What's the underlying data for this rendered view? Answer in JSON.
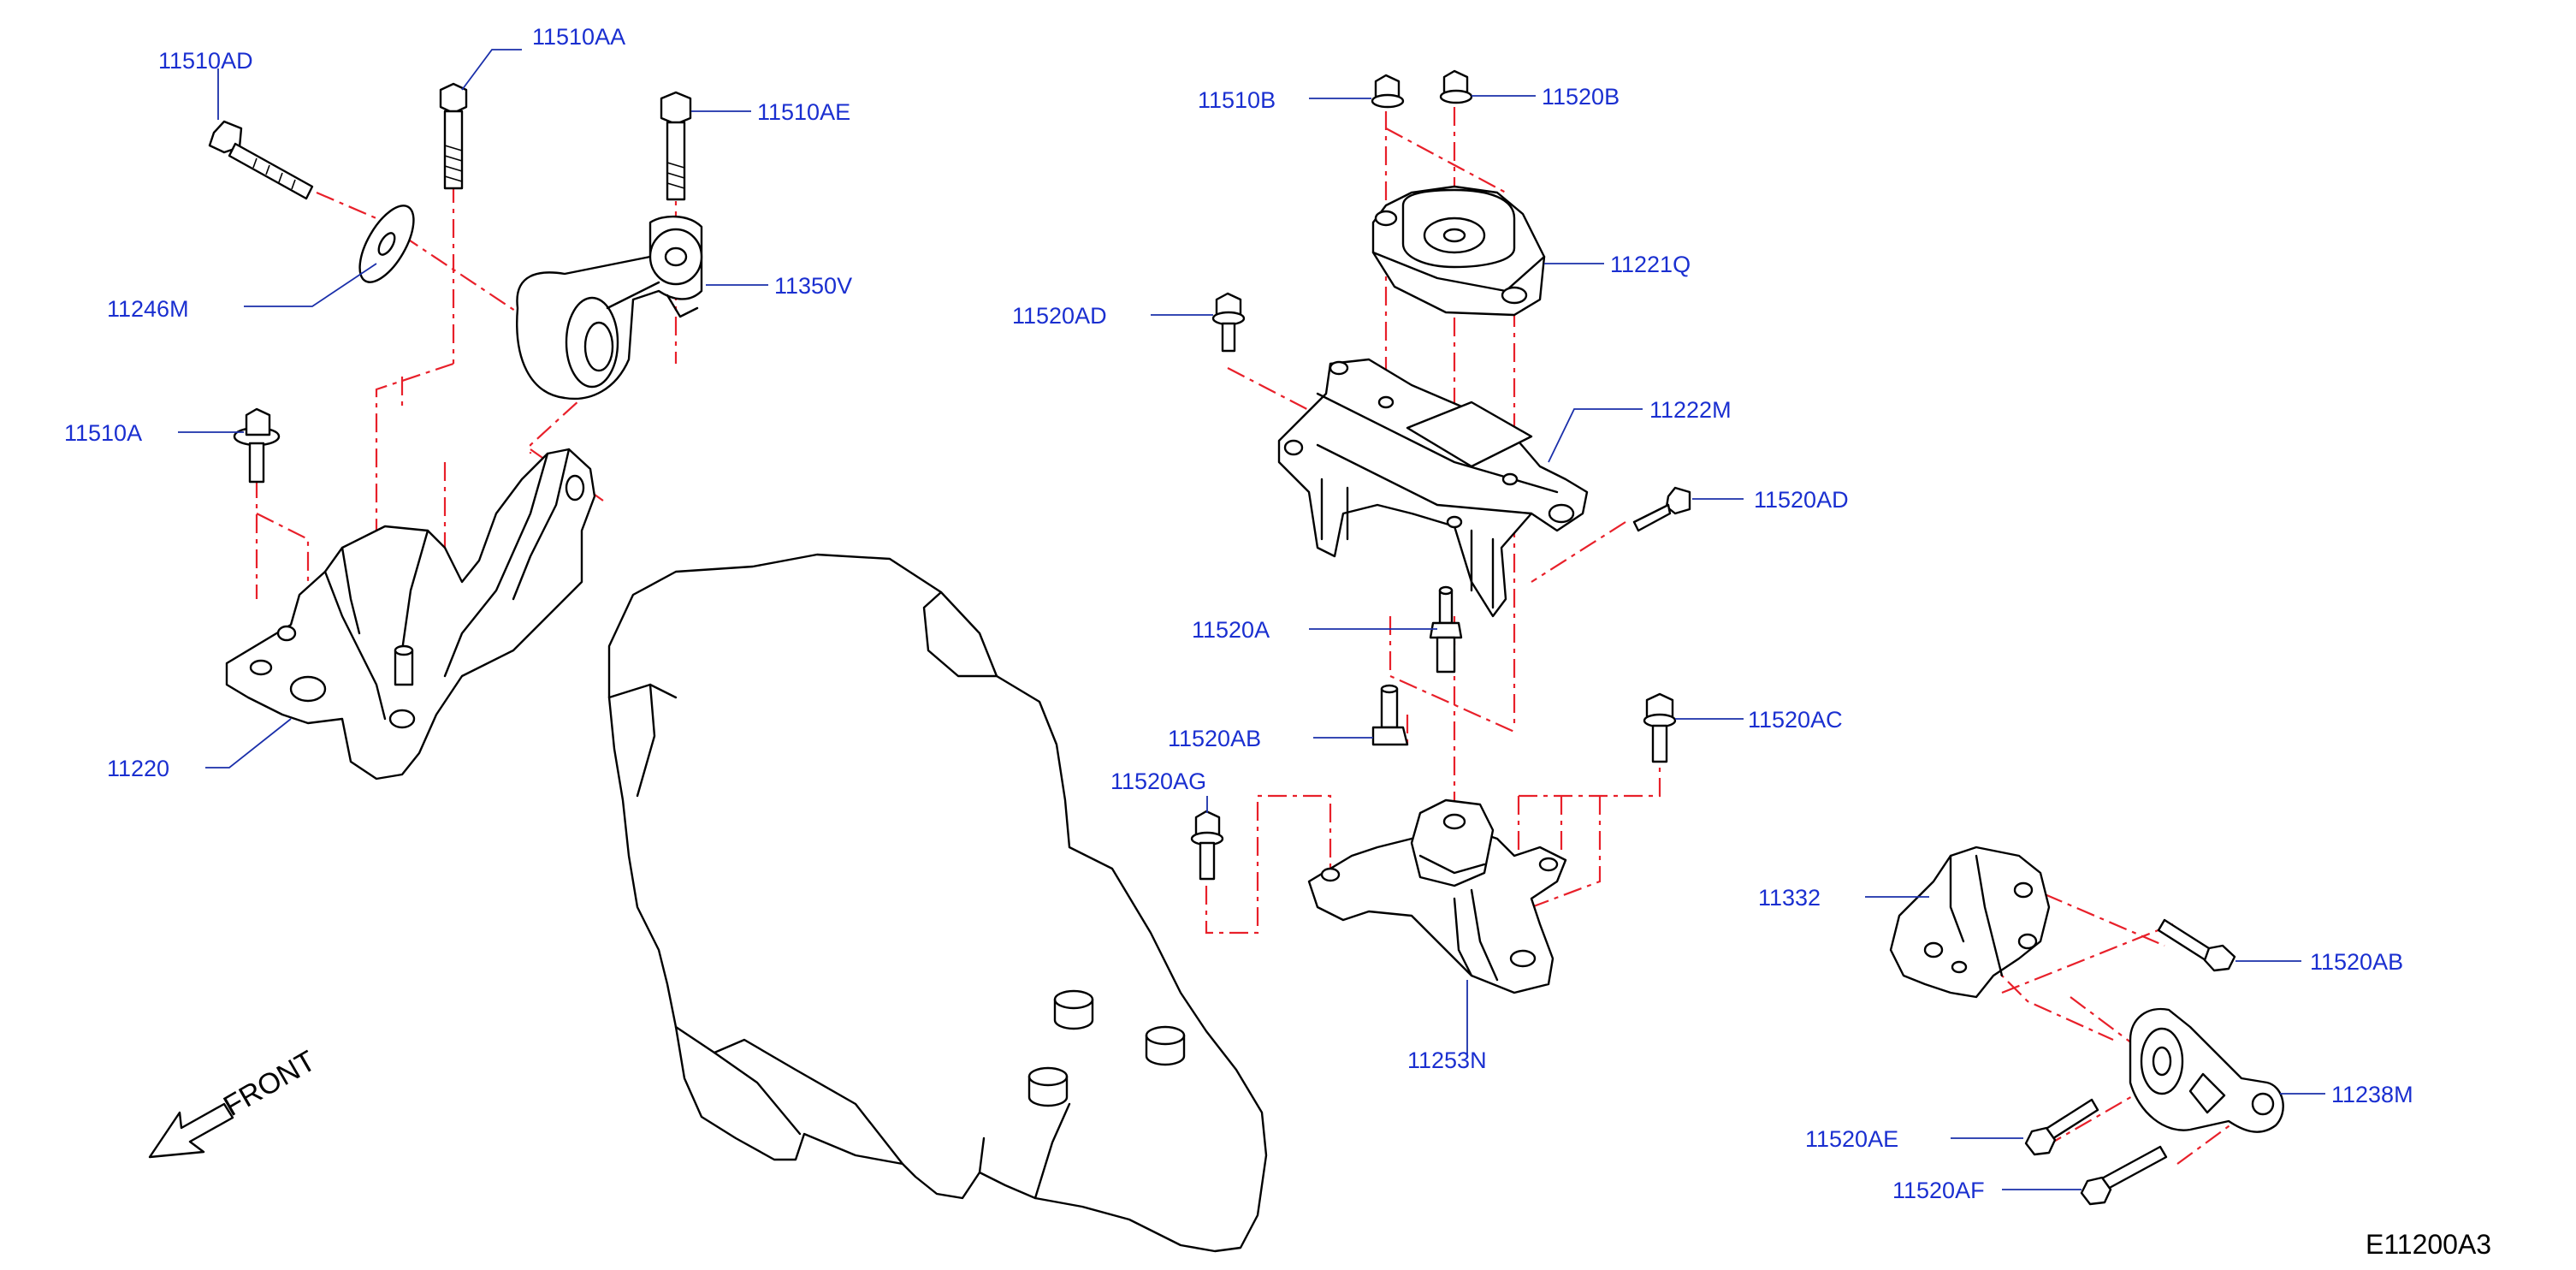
{
  "colors": {
    "label": "#1a2fd0",
    "leader": "#1a2faa",
    "centerline": "#e8202a",
    "outline": "#000000"
  },
  "labels": {
    "p_11510AD": "11510AD",
    "p_11510AA": "11510AA",
    "p_11510AE": "11510AE",
    "p_11246M": "11246M",
    "p_11350V": "11350V",
    "p_11510A": "11510A",
    "p_11220": "11220",
    "p_11510B": "11510B",
    "p_11520B": "11520B",
    "p_11221Q": "11221Q",
    "p_11520AD_left": "11520AD",
    "p_11222M": "11222M",
    "p_11520AD_right": "11520AD",
    "p_11520A": "11520A",
    "p_11520AB_center": "11520AB",
    "p_11520AC": "11520AC",
    "p_11520AG": "11520AG",
    "p_11253N": "11253N",
    "p_11332": "11332",
    "p_11520AB_right": "11520AB",
    "p_11238M": "11238M",
    "p_11520AE": "11520AE",
    "p_11520AF": "11520AF"
  },
  "front_label": "FRONT",
  "diagram_code": "E11200A3"
}
